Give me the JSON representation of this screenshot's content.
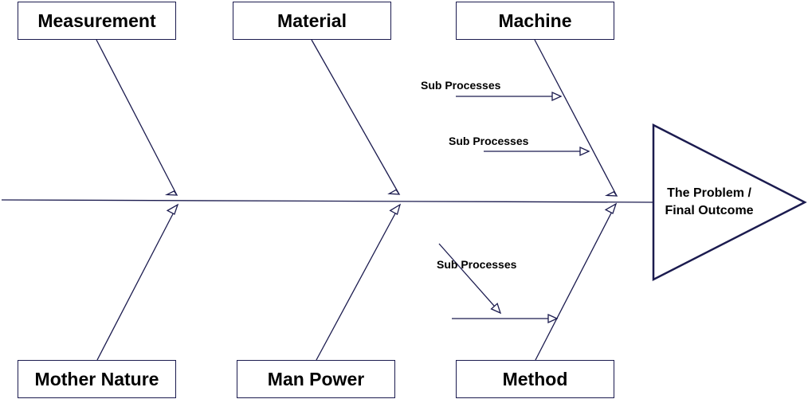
{
  "diagram": {
    "categories": {
      "measurement": "Measurement",
      "material": "Material",
      "machine": "Machine",
      "mother_nature": "Mother Nature",
      "man_power": "Man Power",
      "method": "Method"
    },
    "sub_processes": {
      "label_1": "Sub Processes",
      "label_2": "Sub Processes",
      "label_3": "Sub Processes"
    },
    "problem": {
      "line_1": "The Problem /",
      "line_2": "Final Outcome"
    }
  },
  "colors": {
    "line": "#1b1b4f",
    "box_border": "#1b1b4f",
    "text": "#000000",
    "background": "#ffffff"
  }
}
